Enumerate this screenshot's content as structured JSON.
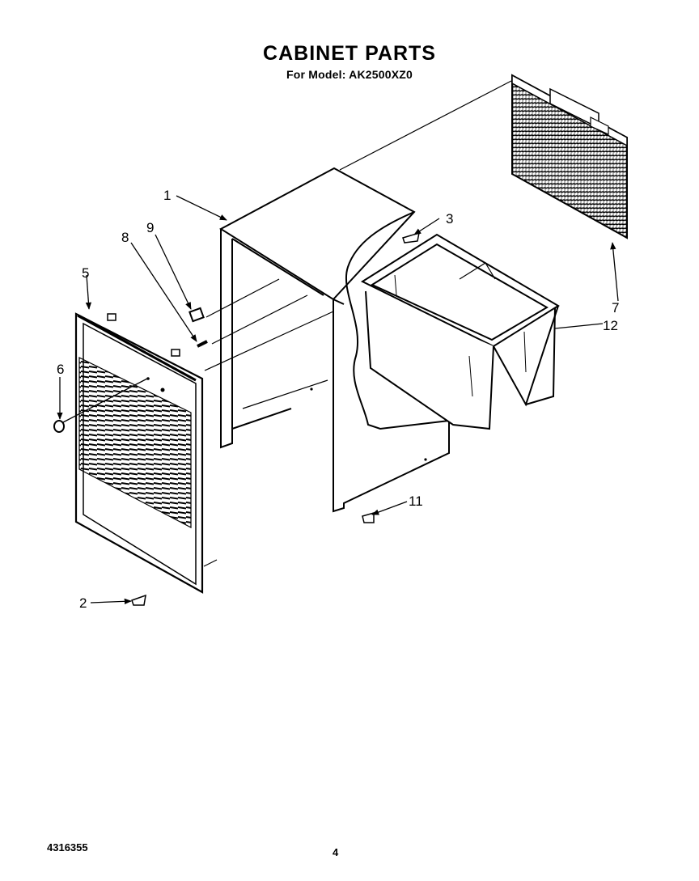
{
  "header": {
    "title": "CABINET PARTS",
    "subtitle": "For Model: AK2500XZ0"
  },
  "callouts": [
    {
      "id": "1",
      "part": "cabinet-wrapper"
    },
    {
      "id": "2",
      "part": "screw"
    },
    {
      "id": "3",
      "part": "screw"
    },
    {
      "id": "5",
      "part": "front-grille"
    },
    {
      "id": "6",
      "part": "knob-plug"
    },
    {
      "id": "7",
      "part": "rear-grille"
    },
    {
      "id": "8",
      "part": "screw"
    },
    {
      "id": "9",
      "part": "clip"
    },
    {
      "id": "11",
      "part": "screw"
    },
    {
      "id": "12",
      "part": "base-pan"
    }
  ],
  "footer": {
    "doc_number": "4316355",
    "page_number": "4"
  }
}
